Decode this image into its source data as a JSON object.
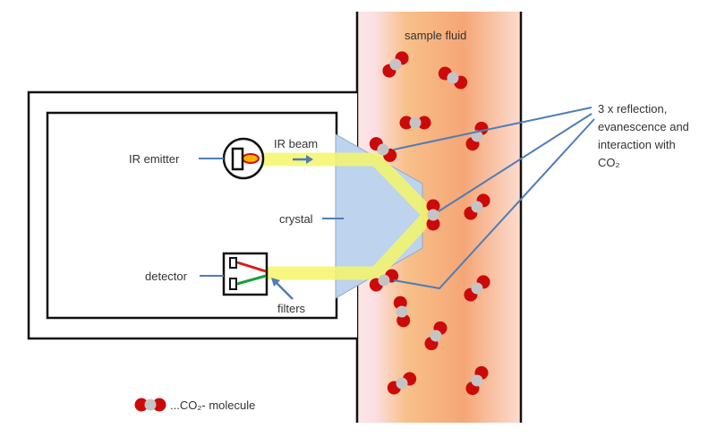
{
  "labels": {
    "ir_emitter": "IR emitter",
    "ir_beam": "IR beam",
    "crystal": "crystal",
    "detector": "detector",
    "filters": "filters",
    "sample_fluid": "sample fluid",
    "annotation": [
      "3 x reflection,",
      "evanescence and",
      "interaction with",
      "CO₂"
    ],
    "legend": "...CO₂- molecule"
  },
  "colors": {
    "oxygen": "#cc0a0a",
    "carbon": "#c4c4c4",
    "beam": "#f4f66a",
    "crystal": "#bdd3ee",
    "leader_line": "#4f7db5",
    "fluid_orange": "#f6a873",
    "fluid_pink": "#fbe0e4"
  },
  "molecule_count_in_fluid": 13
}
